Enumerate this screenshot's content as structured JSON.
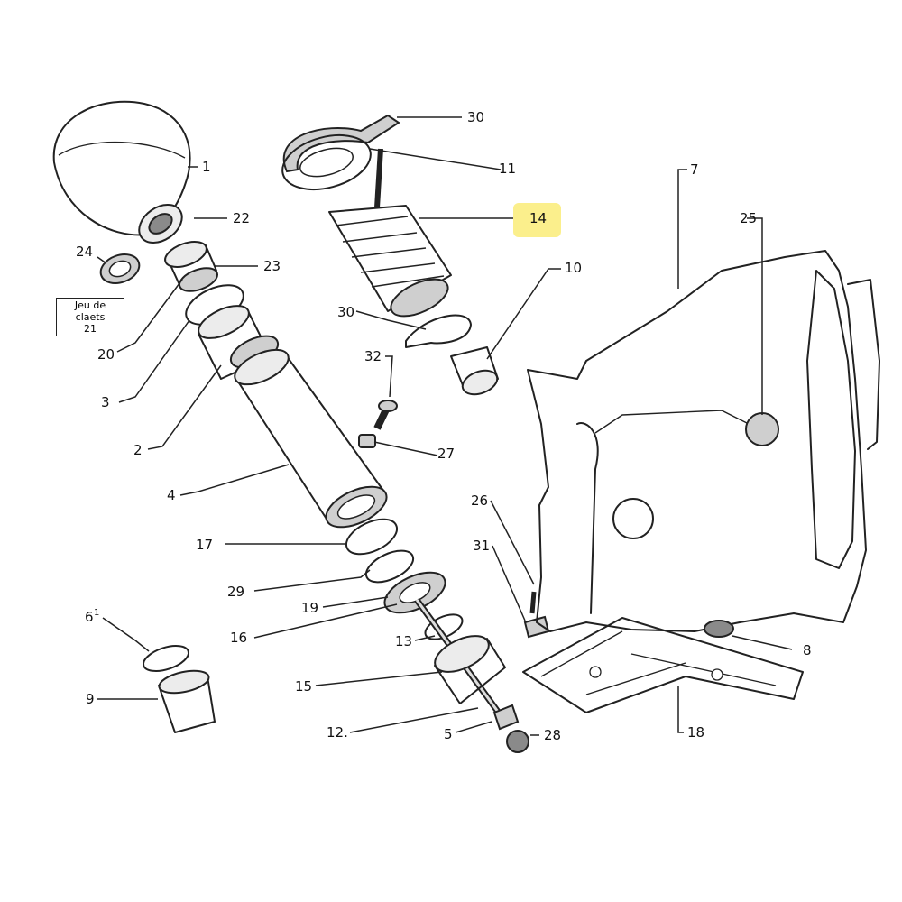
{
  "diagram": {
    "highlight_color": "#fbef8c",
    "highlighted_callout": "14",
    "ink_color": "#222222",
    "boxed_note": {
      "line1": "Jeu de claets",
      "line2": "21"
    },
    "callouts": {
      "c1": "1",
      "c22": "22",
      "c24": "24",
      "c23": "23",
      "c20": "20",
      "c3": "3",
      "c2": "2",
      "c4": "4",
      "c17": "17",
      "c29": "29",
      "c19": "19",
      "c16": "16",
      "c13": "13",
      "c15": "15",
      "c12": "12.",
      "c5": "5",
      "c28": "28",
      "c6": "6",
      "c6b": "1",
      "c9": "9",
      "c30a": "30",
      "c11": "11",
      "c14": "14",
      "c10": "10",
      "c30b": "30",
      "c32": "32",
      "c27": "27",
      "c26": "26",
      "c31": "31",
      "c7": "7",
      "c25": "25",
      "c8": "8",
      "c18": "18"
    }
  }
}
